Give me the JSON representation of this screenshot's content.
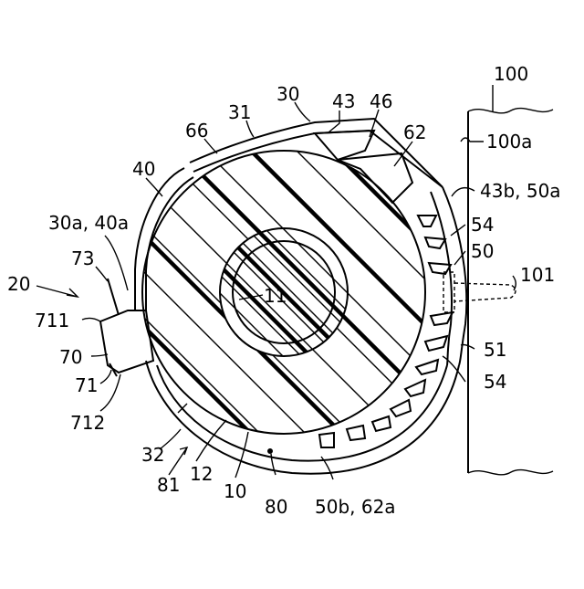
{
  "labels": {
    "l100": "100",
    "l100a": "100a",
    "l30": "30",
    "l43": "43",
    "l46": "46",
    "l31": "31",
    "l66": "66",
    "l62": "62",
    "l40": "40",
    "l43b50a": "43b, 50a",
    "l30a40a": "30a, 40a",
    "l54top": "54",
    "l50": "50",
    "l73": "73",
    "l20": "20",
    "l101": "101",
    "l11": "11",
    "l711": "711",
    "l70": "70",
    "l51": "51",
    "l71": "71",
    "l54bot": "54",
    "l712": "712",
    "l32": "32",
    "l81": "81",
    "l12": "12",
    "l10": "10",
    "l80": "80",
    "l50b62a": "50b, 62a"
  }
}
